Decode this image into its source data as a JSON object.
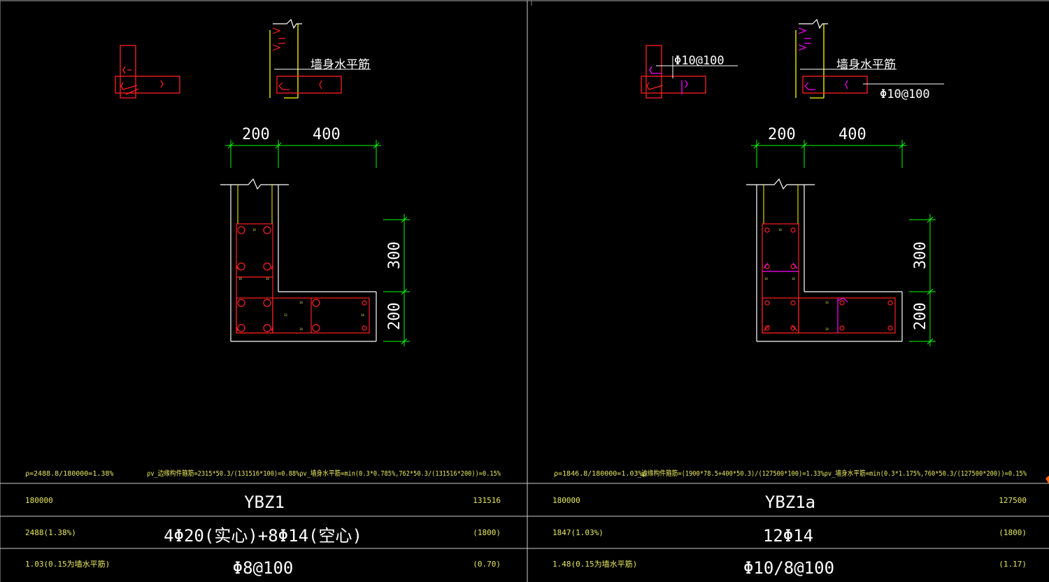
{
  "panels": [
    {
      "id": "left",
      "top_views": {
        "label_wall": "墙身水平筋",
        "rebar_mid": "",
        "rebar_right": ""
      },
      "dims": {
        "d200": "200",
        "d400": "400",
        "d300": "300",
        "d200v": "200"
      },
      "formula_rho": "ρ=2488.8/180000=1.38%",
      "formula_rhov": "ρv_边缘构件箍筋=2315*50.3/(131516*100)=0.88%ρv_墙身水平筋=min(0.3*0.785%,762*50.3/(131516*200))=0.15%",
      "rows": [
        {
          "left": "180000",
          "center": "YBZ1",
          "right": "131516"
        },
        {
          "left": "2488(1.38%)",
          "center": "4Φ20(实心)+8Φ14(空心)",
          "right": "(1800)"
        },
        {
          "left": "1.03(0.15为墙水平筋)",
          "center": "Φ8@100",
          "right": "(0.70)"
        }
      ]
    },
    {
      "id": "right",
      "top_views": {
        "label_wall": "墙身水平筋",
        "rebar_mid": "Φ10@100",
        "rebar_right": "Φ10@100"
      },
      "dims": {
        "d200": "200",
        "d400": "400",
        "d300": "300",
        "d200v": "200"
      },
      "formula_rho": "ρ=1846.8/180000=1.03%ρ",
      "formula_rhov": "_边缘构件箍筋=(1900*78.5+400*50.3)/(127500*100)=1.33%ρv_墙身水平筋=min(0.3*1.175%,760*50.3/(127500*200))=0.15%",
      "rows": [
        {
          "left": "180000",
          "center": "YBZ1a",
          "right": "127500"
        },
        {
          "left": "1847(1.03%)",
          "center": "12Φ14",
          "right": "(1800)"
        },
        {
          "left": "1.48(0.15为墙水平筋)",
          "center": "Φ10/8@100",
          "right": "(1.17)"
        }
      ]
    }
  ],
  "colors": {
    "red": "#ff2020",
    "yellow": "#ffff00",
    "green": "#00ff00",
    "white": "#ffffff",
    "magenta": "#ff00ff",
    "text_yellow": "#e8e860"
  }
}
